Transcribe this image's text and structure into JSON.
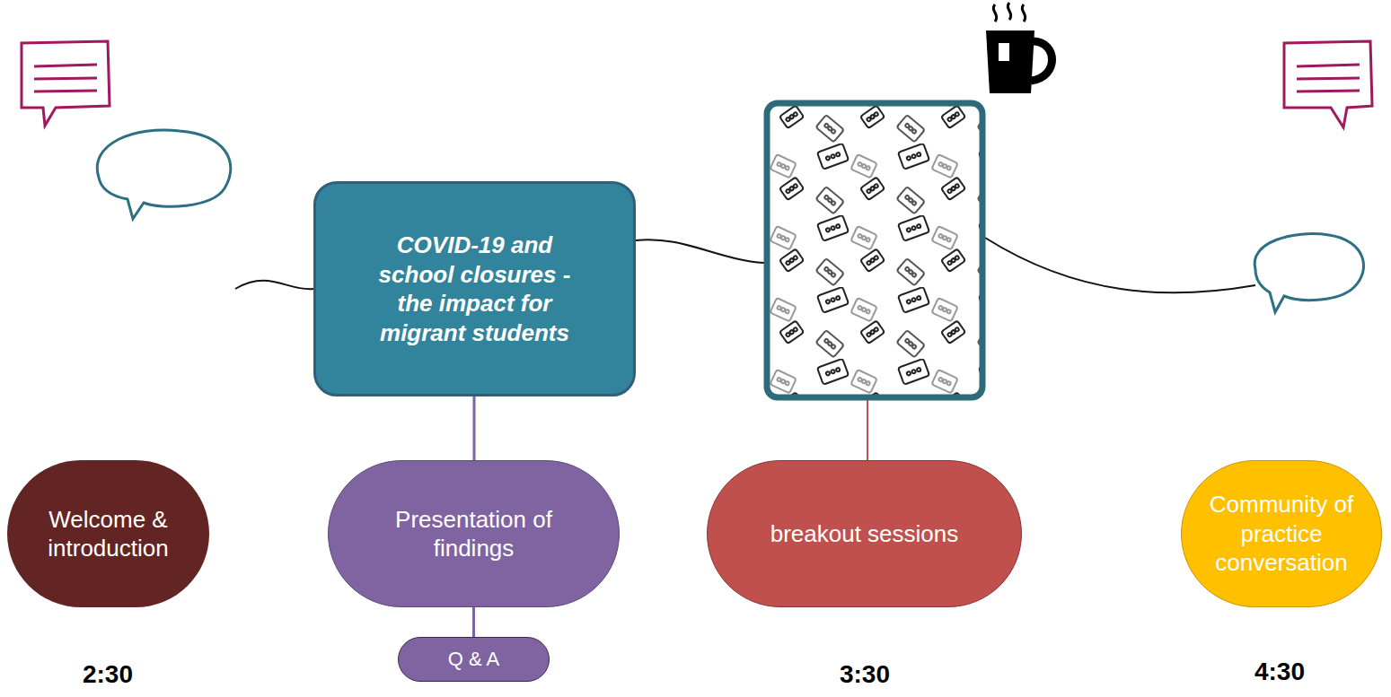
{
  "diagram": {
    "nodes": [
      {
        "text": [
          "COVID-19 and school closures - the impact for migrant students"
        ]
      },
      {
        "text": [
          "Welcome & introduction"
        ]
      },
      {
        "text": [
          "Presentation of findings"
        ]
      },
      {
        "text": [
          "Q & A"
        ]
      },
      {
        "text": [
          "breakout sessions"
        ]
      },
      {
        "text": [
          "Community of practice conversation"
        ]
      }
    ],
    "edges": [
      {
        "from": 0,
        "to": 2,
        "arrow": "none"
      },
      {
        "from": 2,
        "to": 3,
        "arrow": "none"
      }
    ],
    "labels": [
      "2:30",
      "3:30",
      "4:30"
    ]
  }
}
